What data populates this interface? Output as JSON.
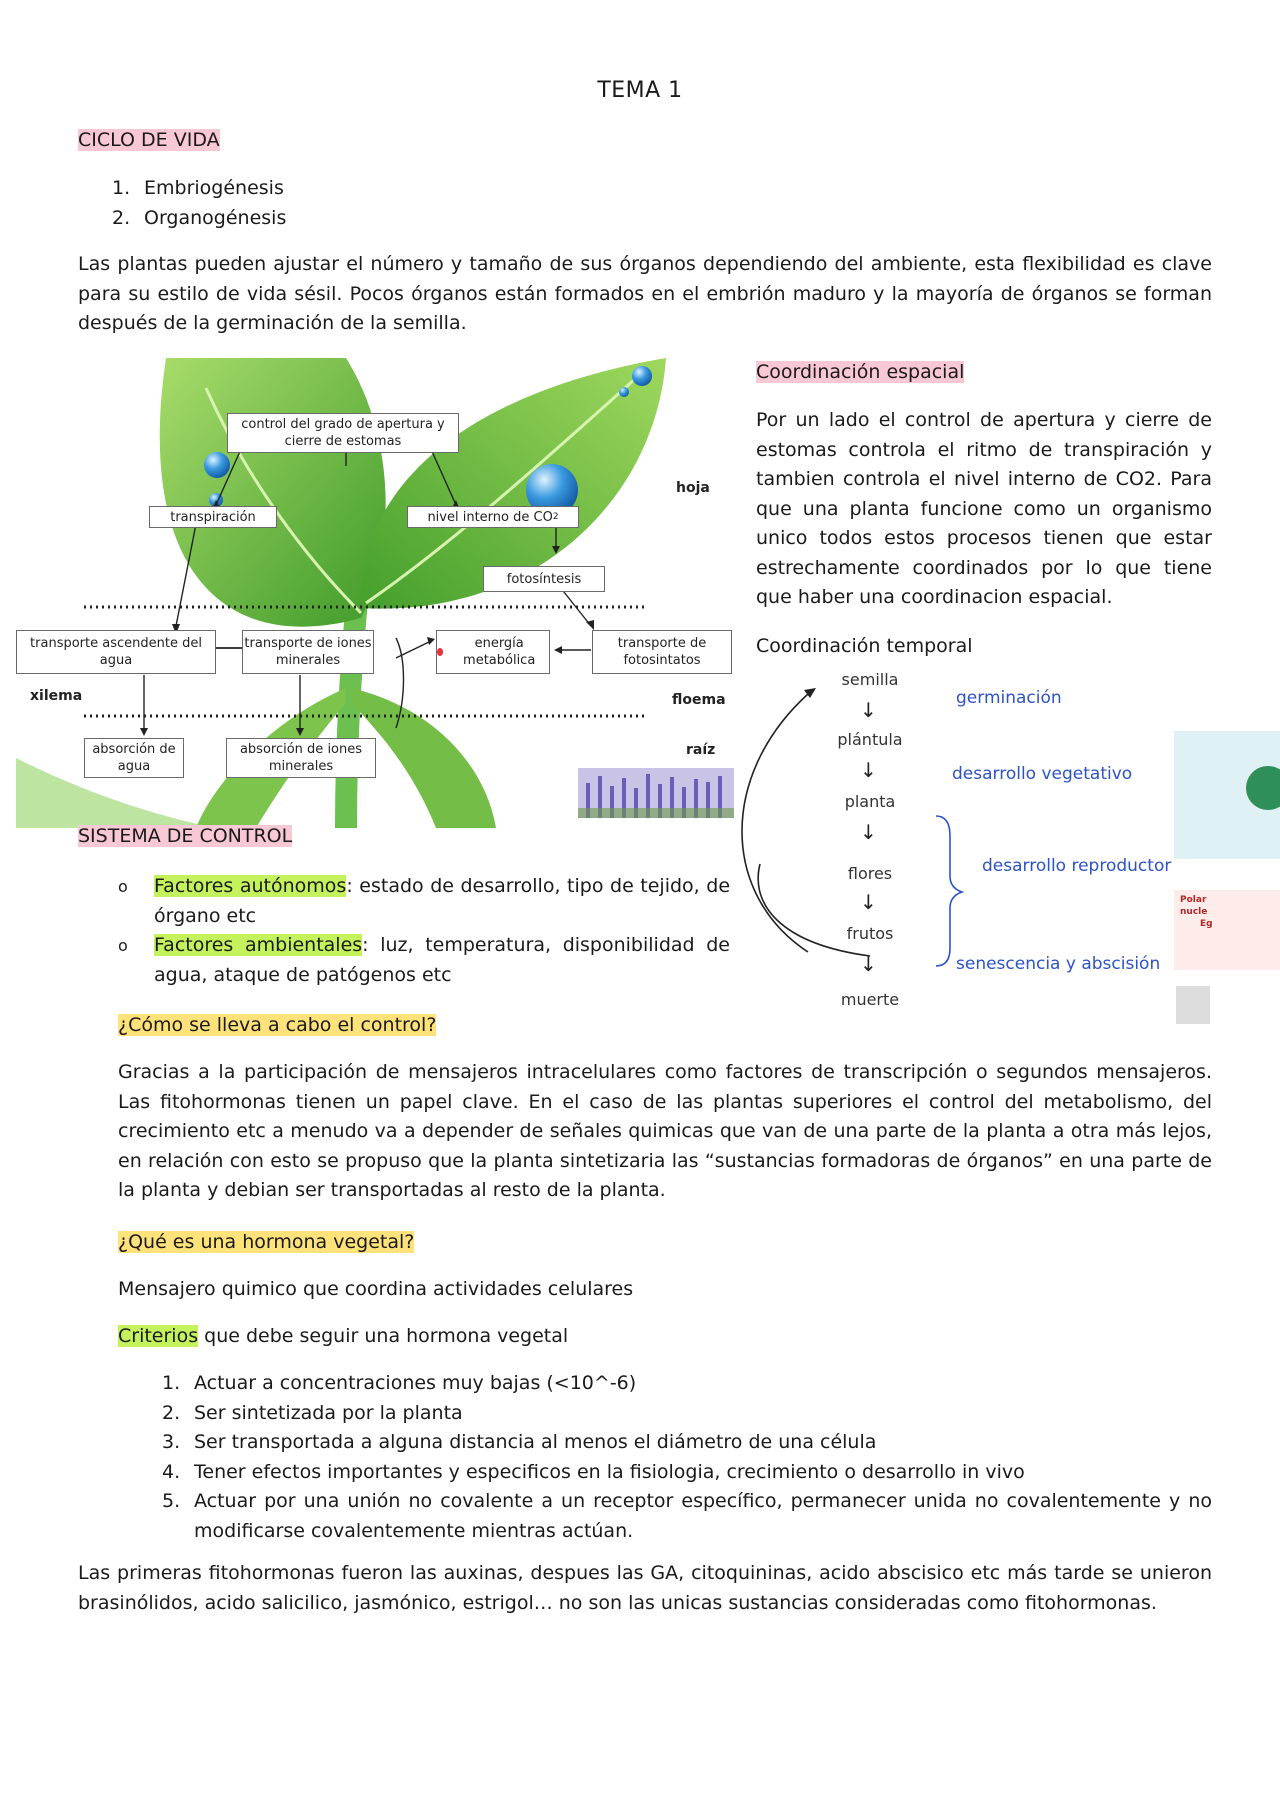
{
  "title": "TEMA 1",
  "ciclo": {
    "heading": "CICLO DE VIDA",
    "items": [
      {
        "n": "1.",
        "text": "Embriogénesis"
      },
      {
        "n": "2.",
        "text": "Organogénesis"
      }
    ],
    "paragraph": "Las plantas pueden ajustar el número y tamaño de sus órganos dependiendo del ambiente, esta flexibilidad es clave para su estilo de vida sésil. Pocos órganos están formados en el embrión maduro y la mayoría de órganos se forman después de la germinación de la semilla."
  },
  "diagram": {
    "boxes": {
      "control": "control del grado de apertura y cierre de estomas",
      "transpiracion": "transpiración",
      "nivel": "nivel interno de CO",
      "nivel_sub": "2",
      "fotosintesis": "fotosíntesis",
      "transporte_agua": "transporte ascendente del agua",
      "transporte_iones": "transporte de iones minerales",
      "energia": "energía metabólica",
      "fotosintatos": "transporte de fotosintatos",
      "absorcion_agua": "absorción de agua",
      "absorcion_iones": "absorción de iones minerales"
    },
    "labels": {
      "hoja": "hoja",
      "xilema": "xilema",
      "floema": "floema",
      "raiz": "raíz"
    },
    "colors": {
      "leaf": "#5fb83a",
      "leaf_light": "#8fd45c",
      "drop": "#2f8fd8",
      "lavender": "#7a6fc0"
    }
  },
  "coordinacion": {
    "espacial_heading": "Coordinación espacial",
    "espacial_text": "Por un lado el control de apertura y cierre de estomas controla el ritmo de transpiración y tambien controla el nivel interno de CO2. Para que una planta funcione como un organismo unico todos estos procesos tienen que estar estrechamente coordinados por lo que tiene que haber una coordinacion espacial.",
    "temporal_heading": "Coordinación temporal"
  },
  "timeline": {
    "steps": [
      "semilla",
      "plántula",
      "planta",
      "flores",
      "frutos",
      "muerte"
    ],
    "stages": [
      "germinación",
      "desarrollo vegetativo",
      "desarrollo reproductor",
      "senescencia y abscisión"
    ],
    "side_fragments": [
      "Polar",
      "nucle",
      "Eg"
    ]
  },
  "sistema": {
    "heading": "SISTEMA DE CONTROL",
    "bullet_marker": "o",
    "bullets": [
      {
        "highlight": "Factores autónomos",
        "rest": ": estado de desarrollo, tipo de tejido, de órgano etc"
      },
      {
        "highlight": "Factores ambientales",
        "rest": ": luz, temperatura, disponibilidad de agua, ataque de patógenos etc"
      }
    ]
  },
  "control": {
    "question": "¿Cómo se lleva a cabo el control?",
    "paragraph": "Gracias a la participación de mensajeros intracelulares como factores de transcripción o segundos mensajeros. Las fitohormonas tienen un papel clave. En el caso de las plantas superiores el control del metabolismo, del crecimiento etc a menudo va a depender de señales quimicas que van de una parte de la planta a otra más lejos, en relación con esto se propuso que la planta sintetizaria las “sustancias formadoras de órganos” en una parte de la planta y debian ser transportadas al resto de la planta."
  },
  "hormona": {
    "question": "¿Qué es una hormona vegetal?",
    "definition": "Mensajero quimico que coordina actividades celulares",
    "criterios_highlight": "Criterios",
    "criterios_rest": " que debe seguir una hormona vegetal",
    "criterios": [
      {
        "n": "1.",
        "text": "Actuar a concentraciones muy bajas (<10^-6)"
      },
      {
        "n": "2.",
        "text": "Ser sintetizada por la planta"
      },
      {
        "n": "3.",
        "text": "Ser transportada a alguna distancia al menos el diámetro de una célula"
      },
      {
        "n": "4.",
        "text": "Tener efectos importantes y especificos en la fisiologia, crecimiento o desarrollo in vivo"
      },
      {
        "n": "5.",
        "text": "Actuar por una unión no covalente a un receptor específico, permanecer unida no covalentemente y no modificarse covalentemente mientras actúan."
      }
    ],
    "final": "Las primeras fitohormonas fueron las auxinas, despues las GA, citoquininas, acido abscisico etc más tarde se unieron brasinólidos, acido salicilico, jasmónico, estrigol… no son las unicas sustancias consideradas como fitohormonas."
  }
}
